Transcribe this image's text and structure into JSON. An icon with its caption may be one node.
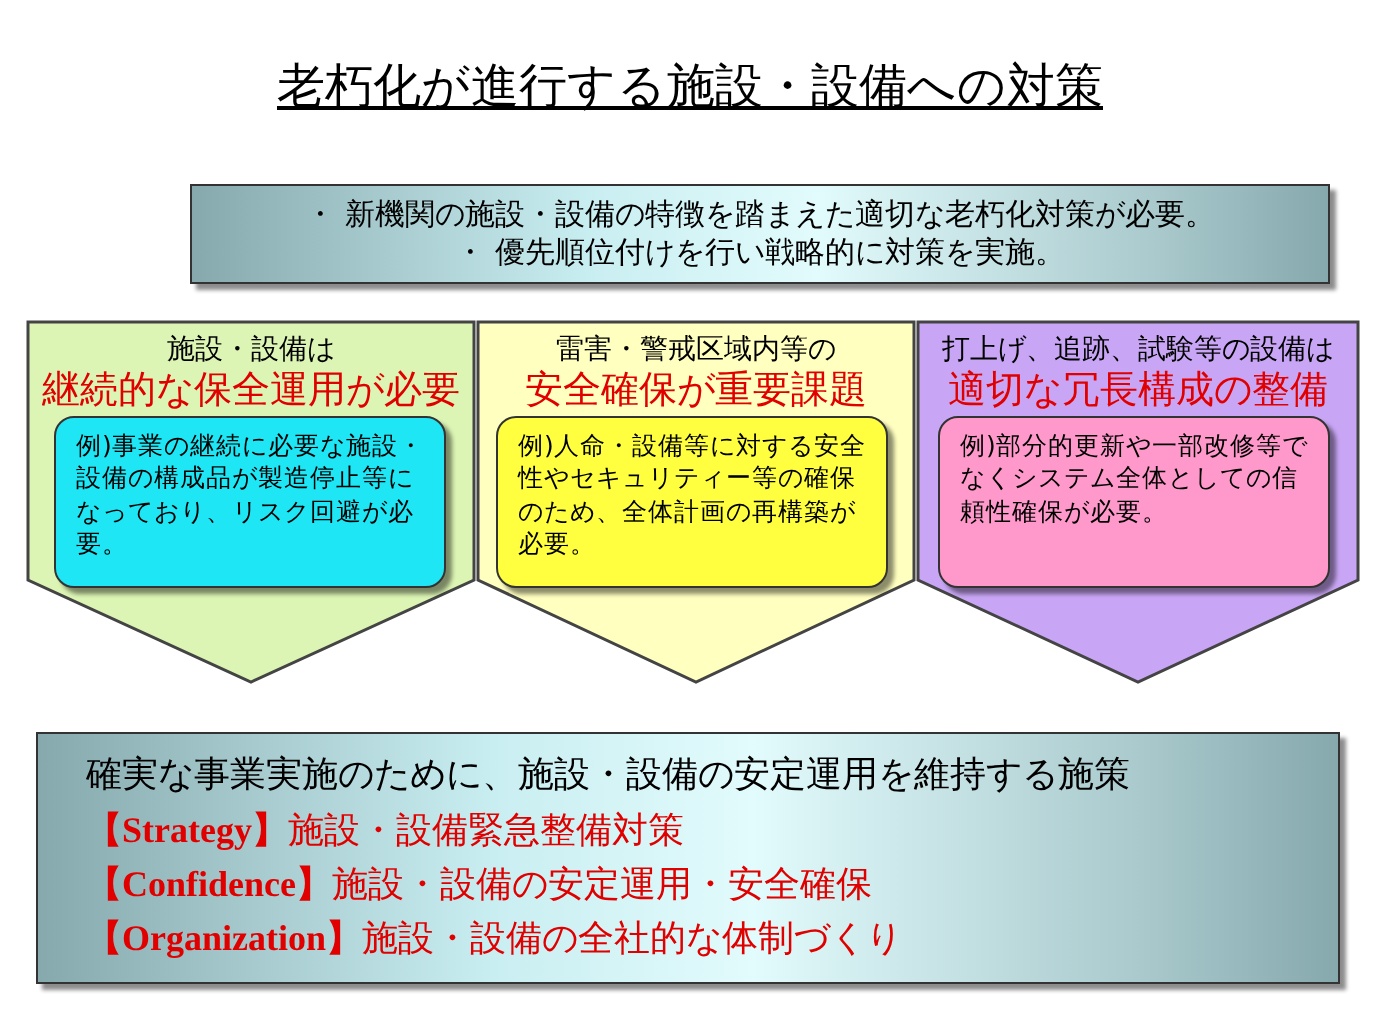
{
  "diagram": {
    "title": "老朽化が進行する施設・設備への対策",
    "nodes": [
      {
        "text": [
          "・ 新機関の施設・設備の特徴を踏まえた適切な老朽化対策が必要。",
          "・ 優先順位付けを行い戦略的に対策を実施。"
        ]
      },
      {
        "text": [
          "施設・設備は",
          "継続的な保全運用が必要"
        ]
      },
      {
        "text": [
          "例)事業の継続に必要な施設・設備の構成品が製造停止等になっており、リスク回避が必要。"
        ],
        "in": 1
      },
      {
        "text": [
          "雷害・警戒区域内等の",
          "安全確保が重要課題"
        ]
      },
      {
        "text": [
          "例)人命・設備等に対する安全性やセキュリティー等の確保のため、全体計画の再構築が必要。"
        ],
        "in": 3
      },
      {
        "text": [
          "打上げ、追跡、試験等の設備は",
          "適切な冗長構成の整備"
        ]
      },
      {
        "text": [
          "例)部分的更新や一部改修等でなくシステム全体としての信頼性確保が必要。"
        ],
        "in": 5
      },
      {
        "text": [
          "確実な事業実施のために、施設・設備の安定運用を維持する施策",
          "**【Strategy】**施設・設備緊急整備対策",
          "**【Confidence】**施設・設備の安定運用・安全確保",
          "**【Organization】**施設・設備の全社的な体制づくり"
        ]
      }
    ]
  }
}
